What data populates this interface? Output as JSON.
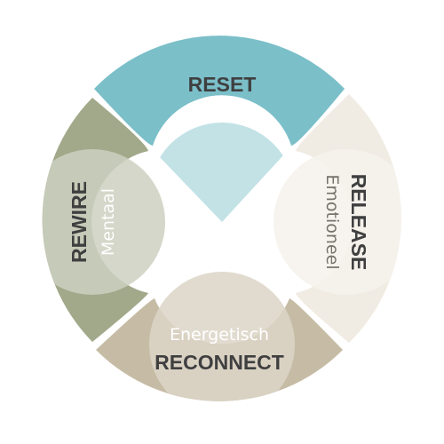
{
  "diagram": {
    "segments": {
      "reset": {
        "title": "RESET",
        "subtitle": "Fysiek",
        "color": "#7bbfc9",
        "inner_color": "#b7dde2",
        "subtitle_color": "#ffffff"
      },
      "release": {
        "title": "RELEASE",
        "subtitle": "Emotioneel",
        "color": "#f1ece3",
        "inner_color": "#f6f2ec",
        "subtitle_color": "#77726b"
      },
      "reconnect": {
        "title": "RECONNECT",
        "subtitle": "Energetisch",
        "color": "#c6bca5",
        "inner_color": "#dcd5c7",
        "subtitle_color": "#ffffff"
      },
      "rewire": {
        "title": "REWIRE",
        "subtitle": "Mentaal",
        "color": "#a1a98a",
        "inner_color": "#ccd0bf",
        "subtitle_color": "#ffffff"
      }
    }
  }
}
